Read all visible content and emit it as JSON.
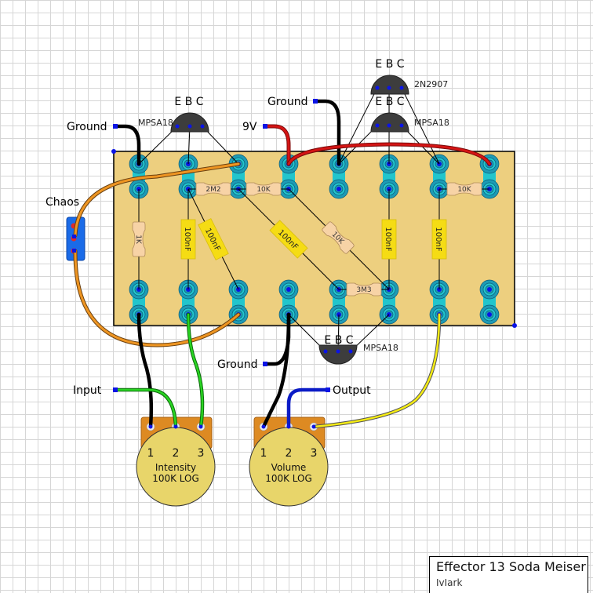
{
  "title_block": {
    "title": "Effector 13 Soda Meiser",
    "author": "IvIark"
  },
  "colors": {
    "board": "#edcf7f",
    "strip": "#22c5cc",
    "pad_ring": "#1e9bb5",
    "node": "#0b14e6",
    "transistor": "#3d3d3d",
    "resistor": "#f7d3a6",
    "capacitor": "#f5dc14",
    "pot_body": "#e8d56a",
    "pot_base": "#dd8a22",
    "switch": "#1a6be8",
    "wire_black": "#000000",
    "wire_red": "#d41414",
    "wire_orange": "#ee9522",
    "wire_green": "#29d422",
    "wire_blue": "#0b1bc6",
    "wire_yellow": "#f5ec14"
  },
  "connections": {
    "ground_left": "Ground",
    "ground_top": "Ground",
    "ground_bottom": "Ground",
    "power": "9V",
    "input": "Input",
    "output": "Output",
    "chaos": "Chaos"
  },
  "transistors": [
    {
      "id": "q1",
      "model": "MPSA18",
      "pins": "E B C"
    },
    {
      "id": "q2",
      "model": "2N2907",
      "pins": "E B C"
    },
    {
      "id": "q3",
      "model": "MPSA18",
      "pins": "E B C"
    },
    {
      "id": "q4",
      "model": "MPSA18",
      "pins": "E B C"
    }
  ],
  "resistors": [
    {
      "id": "r1",
      "value": "1K"
    },
    {
      "id": "r2",
      "value": "2M2"
    },
    {
      "id": "r3",
      "value": "10K"
    },
    {
      "id": "r4",
      "value": "10K"
    },
    {
      "id": "r5",
      "value": "3M3"
    },
    {
      "id": "r6",
      "value": "10K"
    }
  ],
  "capacitors": [
    {
      "id": "c1",
      "value": "100nF"
    },
    {
      "id": "c2",
      "value": "100nF"
    },
    {
      "id": "c3",
      "value": "100nF"
    },
    {
      "id": "c4",
      "value": "100nF"
    },
    {
      "id": "c5",
      "value": "100nF"
    }
  ],
  "pots": [
    {
      "id": "intensity",
      "name": "Intensity",
      "value": "100K LOG",
      "pins": [
        "1",
        "2",
        "3"
      ]
    },
    {
      "id": "volume",
      "name": "Volume",
      "value": "100K LOG",
      "pins": [
        "1",
        "2",
        "3"
      ]
    }
  ]
}
